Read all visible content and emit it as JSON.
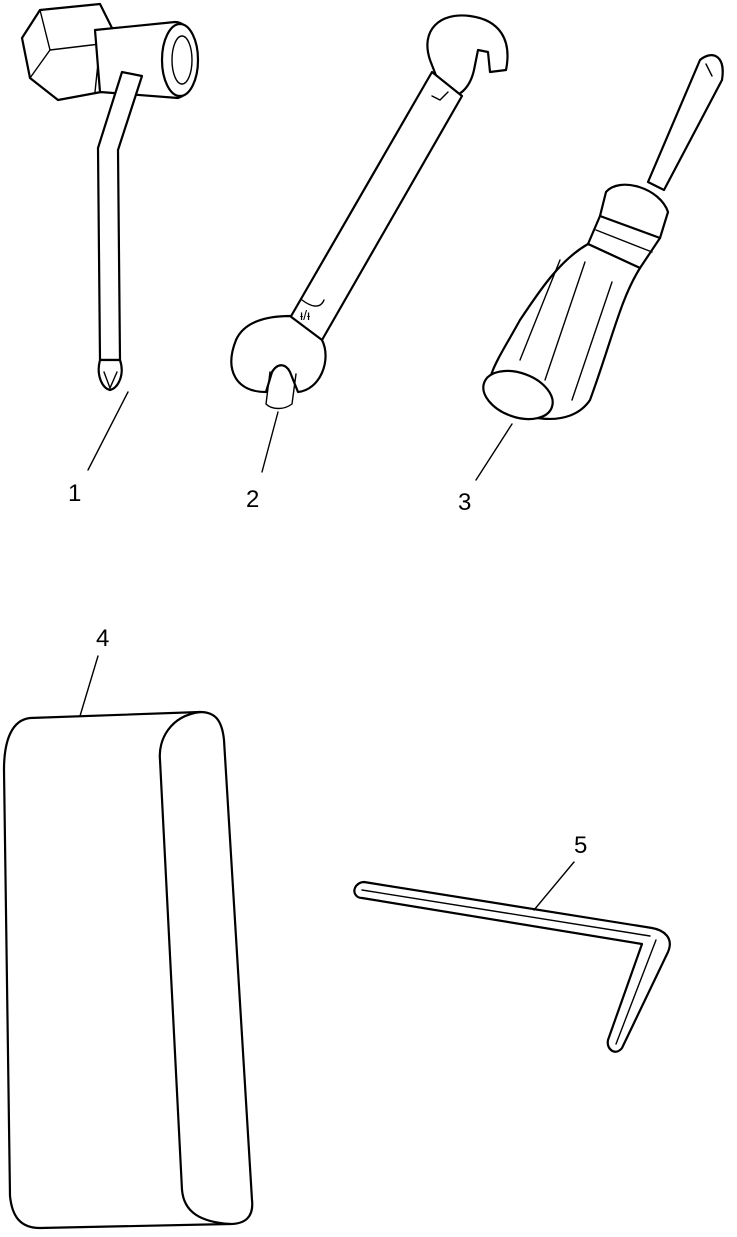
{
  "parts": [
    {
      "id": "spark-plug-wrench",
      "callout": "1"
    },
    {
      "id": "open-end-wrench",
      "callout": "2"
    },
    {
      "id": "screwdriver",
      "callout": "3"
    },
    {
      "id": "tool-bag",
      "callout": "4"
    },
    {
      "id": "hex-key",
      "callout": "5"
    }
  ],
  "colors": {
    "ink": "#000000",
    "background": "#ffffff"
  }
}
